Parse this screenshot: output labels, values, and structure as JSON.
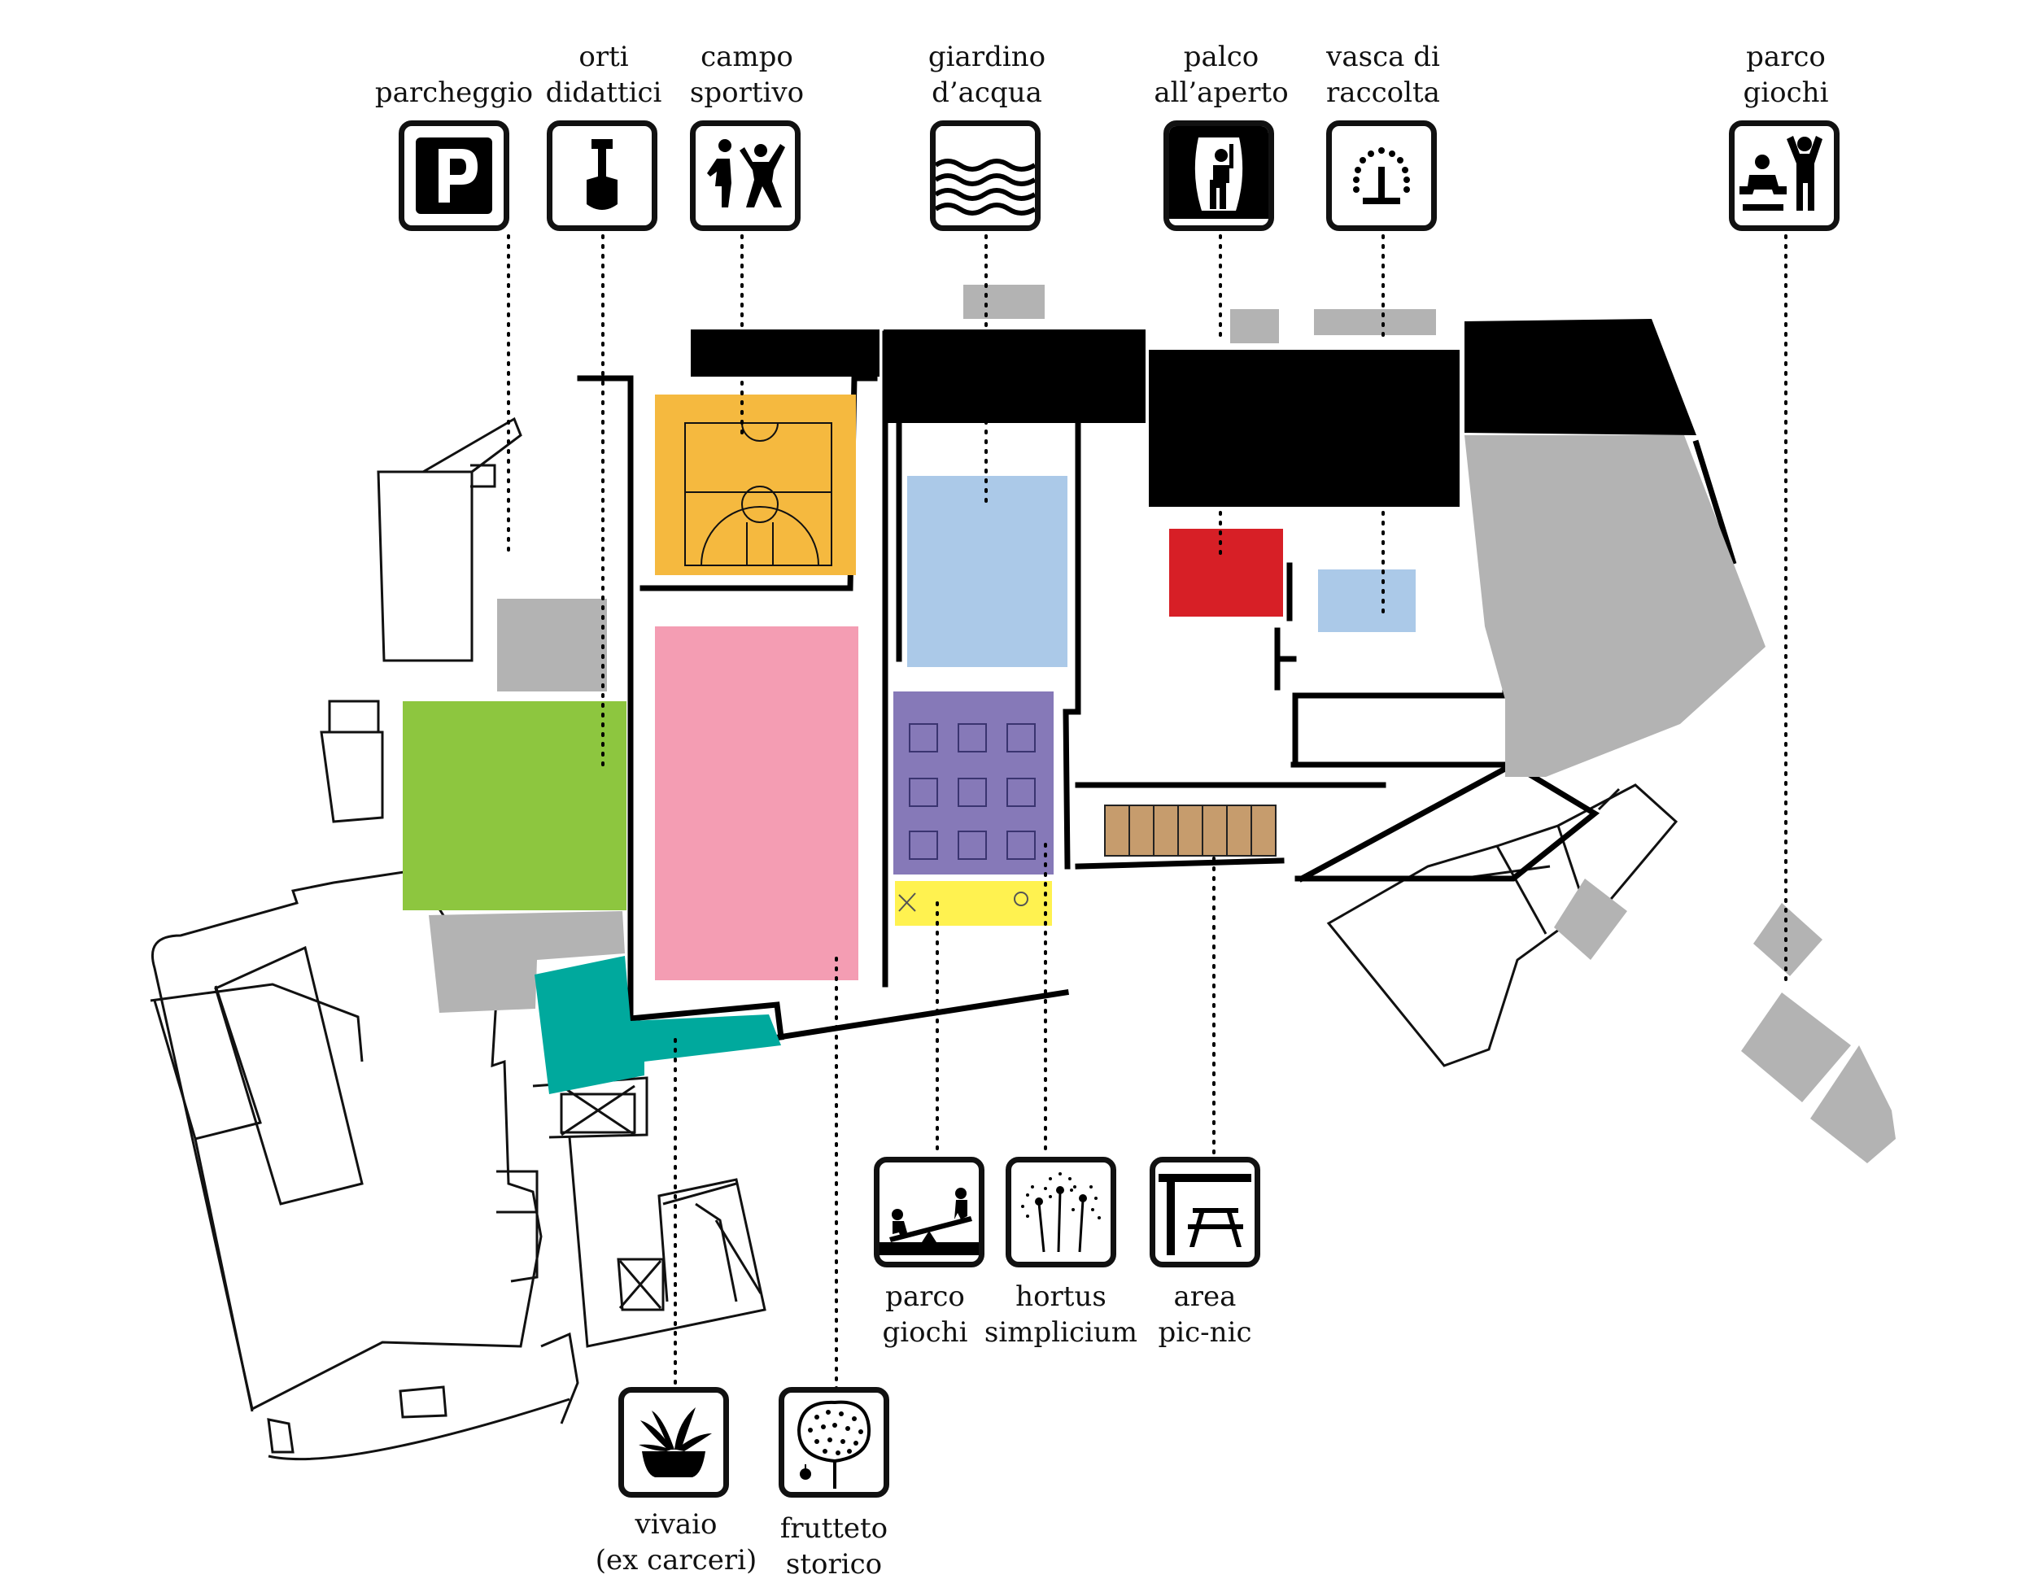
{
  "legend_items": {
    "parcheggio": {
      "label": "parcheggio",
      "icon": "parking-icon"
    },
    "orti": {
      "label": "orti\ndidattici",
      "icon": "shovel-icon"
    },
    "campo": {
      "label": "campo\nsportivo",
      "icon": "sports-players-icon"
    },
    "giardino": {
      "label": "giardino\nd’acqua",
      "icon": "water-waves-icon"
    },
    "palco": {
      "label": "palco\nall’aperto",
      "icon": "stage-performer-icon"
    },
    "vasca": {
      "label": "vasca di\nraccolta",
      "icon": "fountain-icon"
    },
    "parco_top": {
      "label": "parco\ngiochi",
      "icon": "kids-play-icon"
    },
    "parco_bottom": {
      "label": "parco\ngiochi",
      "icon": "seesaw-icon"
    },
    "hortus": {
      "label": "hortus\nsimplicium",
      "icon": "flower-plants-icon"
    },
    "picnic": {
      "label": "area\npic-nic",
      "icon": "picnic-table-icon"
    },
    "vivaio": {
      "label": "vivaio\n(ex carceri)",
      "icon": "potted-plant-icon"
    },
    "frutteto": {
      "label": "frutteto\nstorico",
      "icon": "fruit-tree-icon"
    }
  },
  "colors": {
    "building": "#000000",
    "existing": "#b3b3b3",
    "sports_field": "#f5b93f",
    "water_garden": "#abc9e8",
    "stage": "#d71f26",
    "collection_tank": "#abc9e8",
    "school_gardens": "#8dc63f",
    "historic_orchard": "#f49db3",
    "hortus": "#8679b8",
    "playground": "#fff250",
    "nursery": "#00a99d",
    "picnic": "#c69c6d"
  }
}
